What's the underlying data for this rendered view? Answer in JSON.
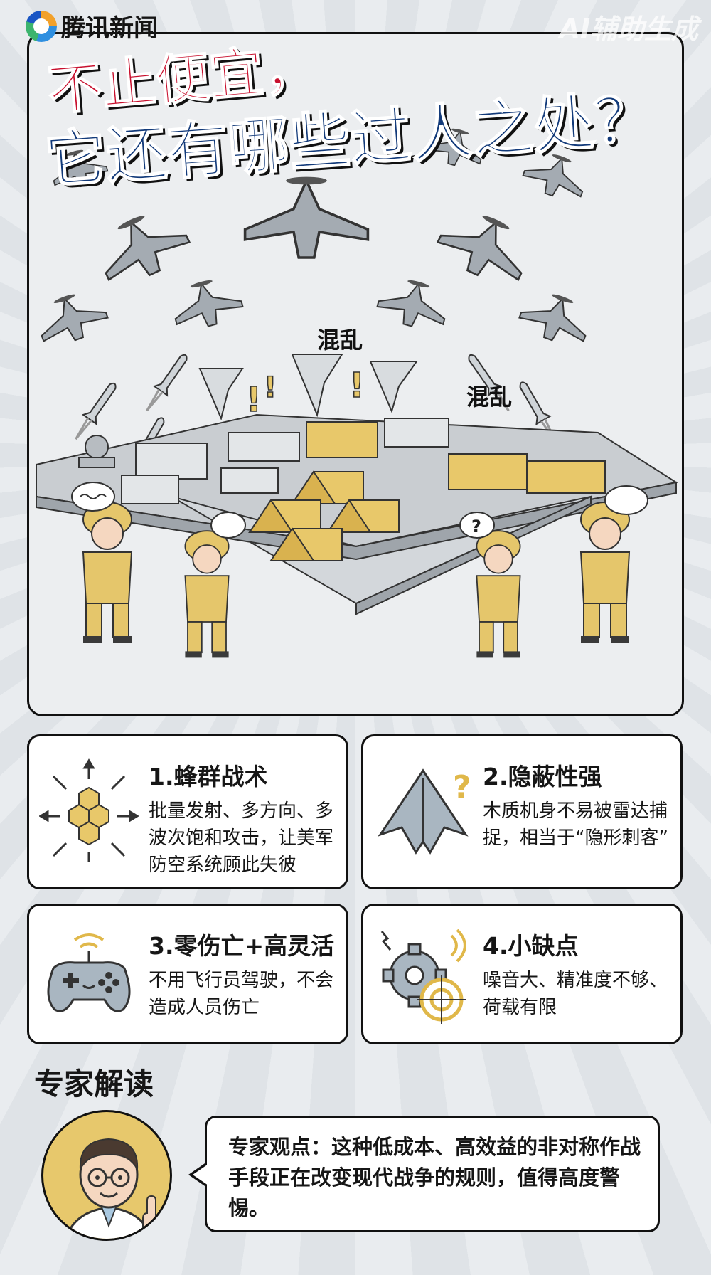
{
  "header": {
    "brand": "腾讯新闻",
    "watermark": "AI辅助生成"
  },
  "hero": {
    "title_line1": "不止便宜，",
    "title_line2": "它还有哪些过人之处？",
    "chaos_label_1": "混乱",
    "chaos_label_2": "混乱"
  },
  "cards": [
    {
      "title": "1.蜂群战术",
      "body": "批量发射、多方向、多波次饱和攻击，让美军防空系统顾此失彼",
      "icon": "hexagon-swarm-icon"
    },
    {
      "title": "2.隐蔽性强",
      "body": "木质机身不易被雷达捕捉，相当于“隐形刺客”",
      "icon": "stealth-drone-icon"
    },
    {
      "title": "3.零伤亡+高灵活",
      "body": "不用飞行员驾驶，不会造成人员伤亡",
      "icon": "game-controller-icon"
    },
    {
      "title": "4.小缺点",
      "body": "噪音大、精准度不够、荷载有限",
      "icon": "gear-target-icon"
    }
  ],
  "expert": {
    "section_title": "专家解读",
    "quote": "专家观点：这种低成本、高效益的非对称作战手段正在改变现代战争的规则，值得高度警惕。"
  },
  "colors": {
    "title_red": "#c8102e",
    "title_blue": "#123a7a",
    "accent_yellow": "#e7c86c",
    "drone_gray": "#9aa1a8"
  }
}
